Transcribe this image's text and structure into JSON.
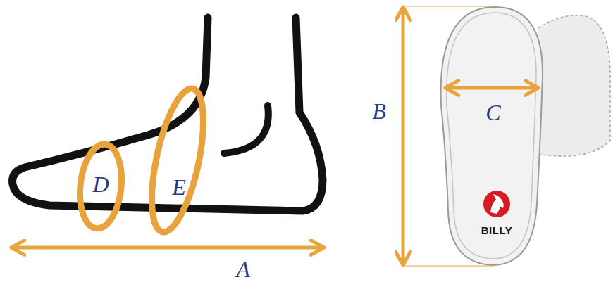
{
  "diagram": {
    "labels": [
      "D",
      "E",
      "A",
      "B",
      "C",
      "BILLY"
    ]
  }
}
